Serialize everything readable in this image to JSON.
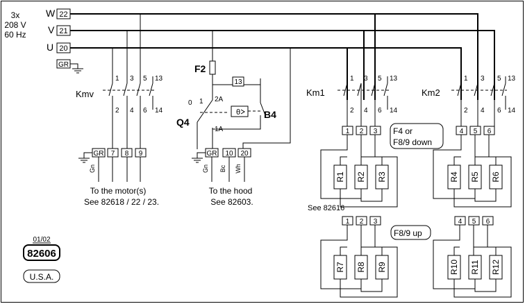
{
  "supply": {
    "line1": "3x",
    "line2": "208 V",
    "line3": "60 Hz"
  },
  "buses": {
    "w_label": "W",
    "w_terminal": "22",
    "v_label": "V",
    "v_terminal": "21",
    "u_label": "U",
    "u_terminal": "20"
  },
  "ground": {
    "gr_label": "GR"
  },
  "contact_numbers": {
    "n1": "1",
    "n2": "2",
    "n3": "3",
    "n4": "4",
    "n5": "5",
    "n6": "6",
    "n13": "13",
    "n14": "14"
  },
  "kmv": {
    "label": "Kmv",
    "out_terminals": [
      "7",
      "8",
      "9"
    ],
    "wire_gn": "Gn",
    "caption1": "To the motor(s)",
    "caption2": "See 82618 / 22 / 23."
  },
  "hood": {
    "fuse_label": "F2",
    "box_terminal": "13",
    "switch_label": "Q4",
    "pos_0": "0",
    "pos_1": "1",
    "pos_2a": "2A",
    "pos_1a": "1A",
    "thermostat_label": "B4",
    "thermo_symbol": "θ",
    "terminals": [
      "10",
      "20"
    ],
    "wire_gn": "Gn",
    "wire_bc": "Bc",
    "wire_wh": "Wh",
    "caption1": "To the hood",
    "caption2": "See 82603."
  },
  "km1": {
    "label": "Km1",
    "out_terminals": [
      "1",
      "2",
      "3"
    ],
    "resistors_down": [
      "R1",
      "R2",
      "R3"
    ],
    "see_ref": "See 82616",
    "resistors_up_terminals": [
      "1",
      "2",
      "3"
    ],
    "resistors_up": [
      "R7",
      "R8",
      "R9"
    ]
  },
  "km2": {
    "label": "Km2",
    "out_terminals": [
      "4",
      "5",
      "6"
    ],
    "resistors_down": [
      "R4",
      "R5",
      "R6"
    ],
    "resistors_up_terminals": [
      "4",
      "5",
      "6"
    ],
    "resistors_up": [
      "R10",
      "R11",
      "R12"
    ]
  },
  "notes": {
    "down_line1": "F4 or",
    "down_line2": "F8/9 down",
    "up": "F8/9 up"
  },
  "stamp": {
    "date": "01/02",
    "number": "82606",
    "country": "U.S.A."
  }
}
